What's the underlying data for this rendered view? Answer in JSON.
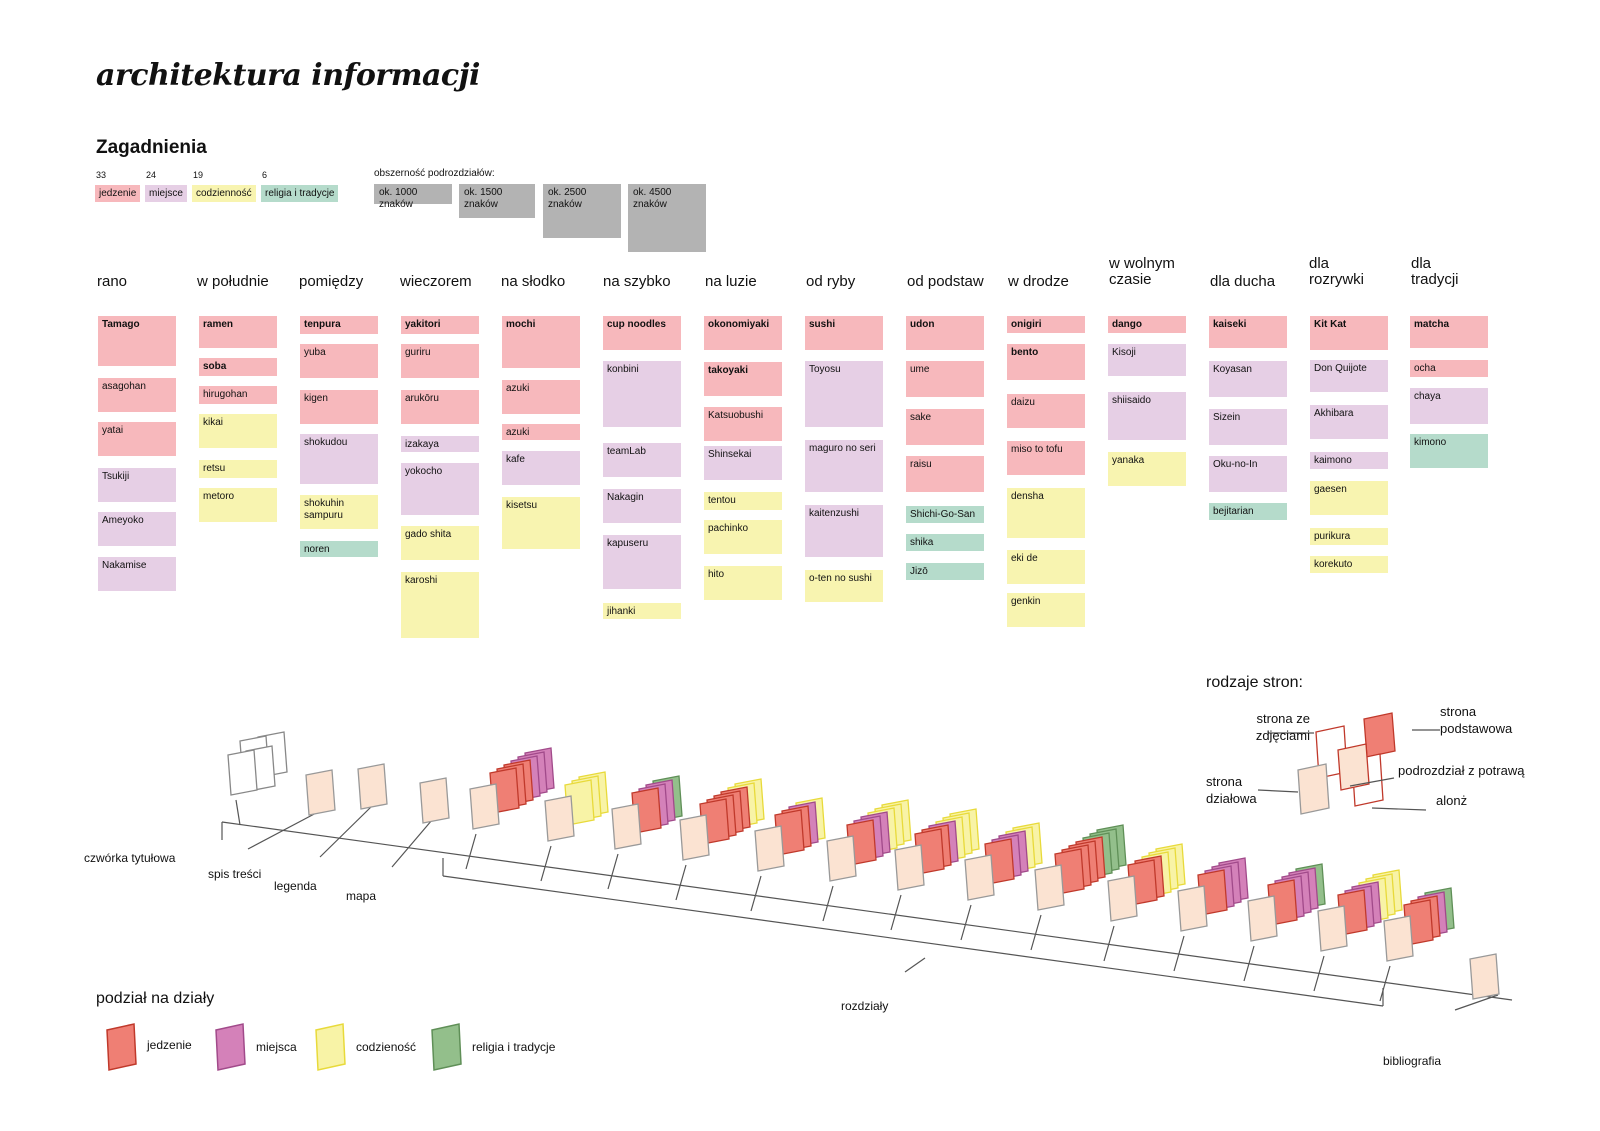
{
  "title": "architektura informacji",
  "section_title": "Zagadnienia",
  "legend": [
    {
      "count": "33",
      "label": "jedzenie",
      "color": "#f7b8bc"
    },
    {
      "count": "24",
      "label": "miejsce",
      "color": "#e6cfe5"
    },
    {
      "count": "19",
      "label": "codzienność",
      "color": "#f8f4b0"
    },
    {
      "count": "6",
      "label": "religia i tradycje",
      "color": "#b5dbcb"
    }
  ],
  "sizes": {
    "label": "obszerność podrozdziałów:",
    "items": [
      "ok. 1000 znaków",
      "ok. 1500 znaków",
      "ok. 2500 znaków",
      "ok. 4500 znaków"
    ]
  },
  "columns": [
    {
      "title": "rano",
      "cells": [
        "Tamago",
        "asagohan",
        "yatai",
        "Tsukiji",
        "Ameyoko",
        "Nakamise"
      ]
    },
    {
      "title": "w południe",
      "cells": [
        "ramen",
        "soba",
        "hirugohan",
        "kikai",
        "retsu",
        "metoro"
      ]
    },
    {
      "title": "pomiędzy",
      "cells": [
        "tenpura",
        "yuba",
        "kigen",
        "shokudou",
        "shokuhin sampuru",
        "noren"
      ]
    },
    {
      "title": "wieczorem",
      "cells": [
        "yakitori",
        "guriru",
        "arukōru",
        "izakaya",
        "yokocho",
        "gado shita",
        "karoshi"
      ]
    },
    {
      "title": "na słodko",
      "cells": [
        "mochi",
        "azuki",
        "azuki",
        "kafe",
        "kisetsu"
      ]
    },
    {
      "title": "na szybko",
      "cells": [
        "cup noodles",
        "konbini",
        "teamLab",
        "Nakagin",
        "kapuseru",
        "jihanki"
      ]
    },
    {
      "title": "na luzie",
      "cells": [
        "okonomiyaki",
        "takoyaki",
        "Katsuobushi",
        "Shinsekai",
        "tentou",
        "pachinko",
        "hito"
      ]
    },
    {
      "title": "od ryby",
      "cells": [
        "sushi",
        "Toyosu",
        "maguro no seri",
        "kaitenzushi",
        "o-ten no sushi"
      ]
    },
    {
      "title": "od podstaw",
      "cells": [
        "udon",
        "ume",
        "sake",
        "raisu",
        "Shichi-Go-San",
        "shika",
        "Jizō"
      ]
    },
    {
      "title": "w drodze",
      "cells": [
        "onigiri",
        "bento",
        "daizu",
        "miso to tofu",
        "densha",
        "eki de",
        "genkin"
      ]
    },
    {
      "title": "w wolnym czasie",
      "cells": [
        "dango",
        "Kisoji",
        "shiisaido",
        "yanaka"
      ]
    },
    {
      "title": "dla ducha",
      "cells": [
        "kaiseki",
        "Koyasan",
        "Sizein",
        "Oku-no-In",
        "bejitarian"
      ]
    },
    {
      "title": "dla rozrywki",
      "cells": [
        "Kit Kat",
        "Don Quijote",
        "Akhibara",
        "kaimono",
        "gaesen",
        "purikura",
        "korekuto"
      ]
    },
    {
      "title": "dla tradycji",
      "cells": [
        "matcha",
        "ocha",
        "chaya",
        "kimono"
      ]
    }
  ],
  "page_types": {
    "title": "rodzaje stron:",
    "photo": "strona ze zdjęciami",
    "basic": "strona podstawowa",
    "section": "strona działowa",
    "dish": "podrozdział z potrawą",
    "spread": "alonż"
  },
  "timeline": {
    "cover": "czwórka tytułowa",
    "toc": "spis treści",
    "legend": "legenda",
    "map": "mapa",
    "chapters": "rozdziały",
    "bibliography": "bibliografia"
  },
  "sections_legend": {
    "title": "podział na działy",
    "items": [
      {
        "label": "jedzenie",
        "color": "#ef7f74"
      },
      {
        "label": "miejsca",
        "color": "#d481b9"
      },
      {
        "label": "codzieność",
        "color": "#f8f3a6"
      },
      {
        "label": "religia i tradycje",
        "color": "#93bf8b"
      }
    ]
  }
}
